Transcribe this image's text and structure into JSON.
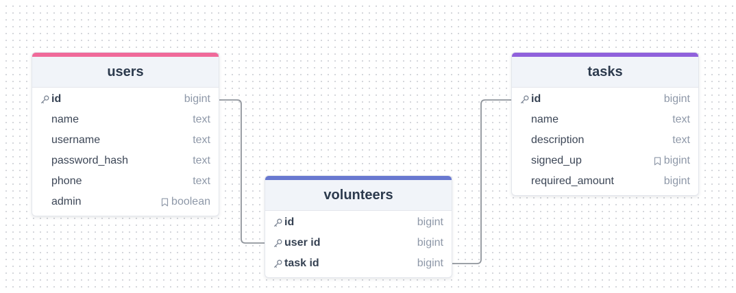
{
  "colors": {
    "users": "#f06a9a",
    "volunteers": "#6878d0",
    "tasks": "#9061dc",
    "connector": "#8f949b"
  },
  "tables": {
    "users": {
      "name": "users",
      "columns": [
        {
          "name": "id",
          "type": "bigint",
          "key": true,
          "flag": false
        },
        {
          "name": "name",
          "type": "text",
          "key": false,
          "flag": false
        },
        {
          "name": "username",
          "type": "text",
          "key": false,
          "flag": false
        },
        {
          "name": "password_hash",
          "type": "text",
          "key": false,
          "flag": false
        },
        {
          "name": "phone",
          "type": "text",
          "key": false,
          "flag": false
        },
        {
          "name": "admin",
          "type": "boolean",
          "key": false,
          "flag": true
        }
      ]
    },
    "volunteers": {
      "name": "volunteers",
      "columns": [
        {
          "name": "id",
          "type": "bigint",
          "key": true,
          "flag": false
        },
        {
          "name": "user id",
          "type": "bigint",
          "key": true,
          "flag": false
        },
        {
          "name": "task id",
          "type": "bigint",
          "key": true,
          "flag": false
        }
      ]
    },
    "tasks": {
      "name": "tasks",
      "columns": [
        {
          "name": "id",
          "type": "bigint",
          "key": true,
          "flag": false
        },
        {
          "name": "name",
          "type": "text",
          "key": false,
          "flag": false
        },
        {
          "name": "description",
          "type": "text",
          "key": false,
          "flag": false
        },
        {
          "name": "signed_up",
          "type": "bigint",
          "key": false,
          "flag": true
        },
        {
          "name": "required_amount",
          "type": "bigint",
          "key": false,
          "flag": false
        }
      ]
    }
  },
  "relations": [
    {
      "from": "users.id",
      "to": "volunteers.user id"
    },
    {
      "from": "volunteers.task id",
      "to": "tasks.id"
    }
  ]
}
